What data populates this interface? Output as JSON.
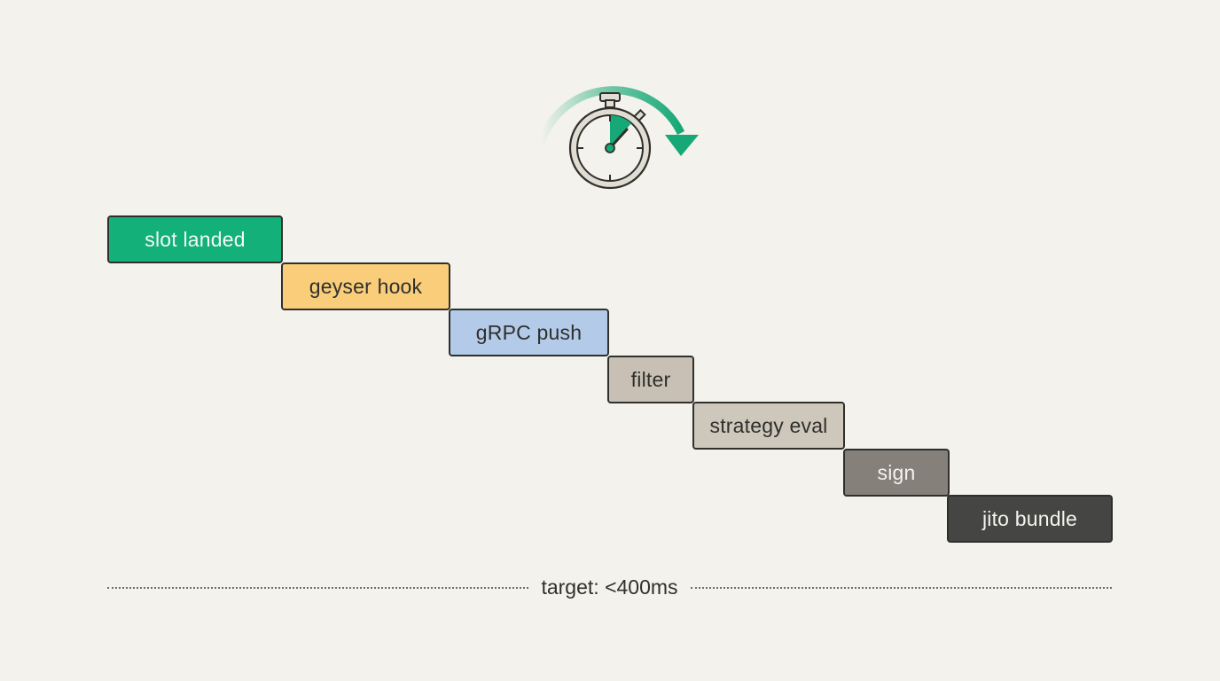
{
  "icon": {
    "name": "stopwatch-with-arrow-icon",
    "accent": "#16a876"
  },
  "steps": [
    {
      "label": "slot landed",
      "fill": "#14b07a",
      "text": "#f2fbf6"
    },
    {
      "label": "geyser hook",
      "fill": "#f9cd7a",
      "text": "#2f302c"
    },
    {
      "label": "gRPC push",
      "fill": "#b3cbe9",
      "text": "#2f302c"
    },
    {
      "label": "filter",
      "fill": "#c8c0b5",
      "text": "#2f302c"
    },
    {
      "label": "strategy eval",
      "fill": "#cec7bc",
      "text": "#2f302c"
    },
    {
      "label": "sign",
      "fill": "#85807a",
      "text": "#f4f3ef"
    },
    {
      "label": "jito bundle",
      "fill": "#454643",
      "text": "#f4f3ef"
    }
  ],
  "target": {
    "label": "target: <400ms"
  }
}
